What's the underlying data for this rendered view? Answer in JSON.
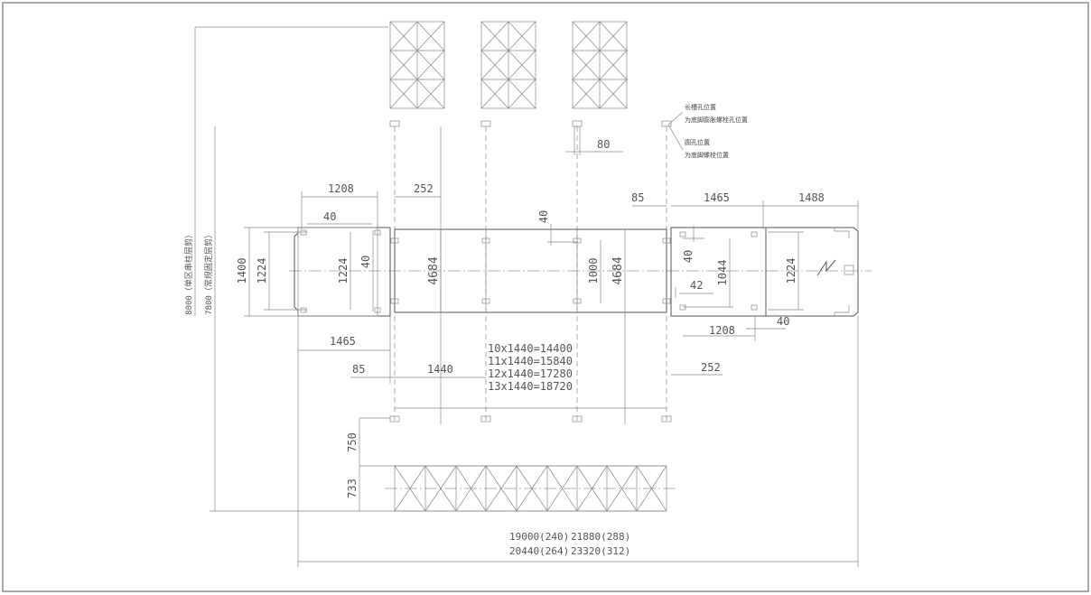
{
  "notes": {
    "slot_pos": "长槽孔位置",
    "slot_sub": "为底脚膨胀螺栓孔位置",
    "round_pos": "圆孔位置",
    "round_sub": "为底脚螺栓位置"
  },
  "dims": {
    "d1208_left": "1208",
    "d252_top": "252",
    "d80": "80",
    "d85_top": "85",
    "d1465_top": "1465",
    "d1488": "1488",
    "d40_left": "40",
    "d40_mid": "40",
    "d1400": "1400",
    "d1224_a": "1224",
    "d1224_b": "1224",
    "d40_v": "40",
    "d4684_a": "4684",
    "d1000": "1000",
    "d4684_b": "4684",
    "d40_right": "40",
    "d42": "42",
    "d1044": "1044",
    "d1224_c": "1224",
    "d1208_right": "1208",
    "d40_right_bottom": "40",
    "d1465_bottom": "1465",
    "d85_bottom": "85",
    "d1440": "1440",
    "d252_bottom": "252",
    "d750": "750",
    "d733": "733",
    "v8000": "8000（单区串柱层剪）",
    "v7800": "7800（常规固定层剪）"
  },
  "formulas": [
    "10x1440=14400",
    "11x1440=15840",
    "12x1440=17280",
    "13x1440=18720"
  ],
  "totals": [
    "19000(240)",
    "21880(288)",
    "20440(264)",
    "23320(312)"
  ]
}
